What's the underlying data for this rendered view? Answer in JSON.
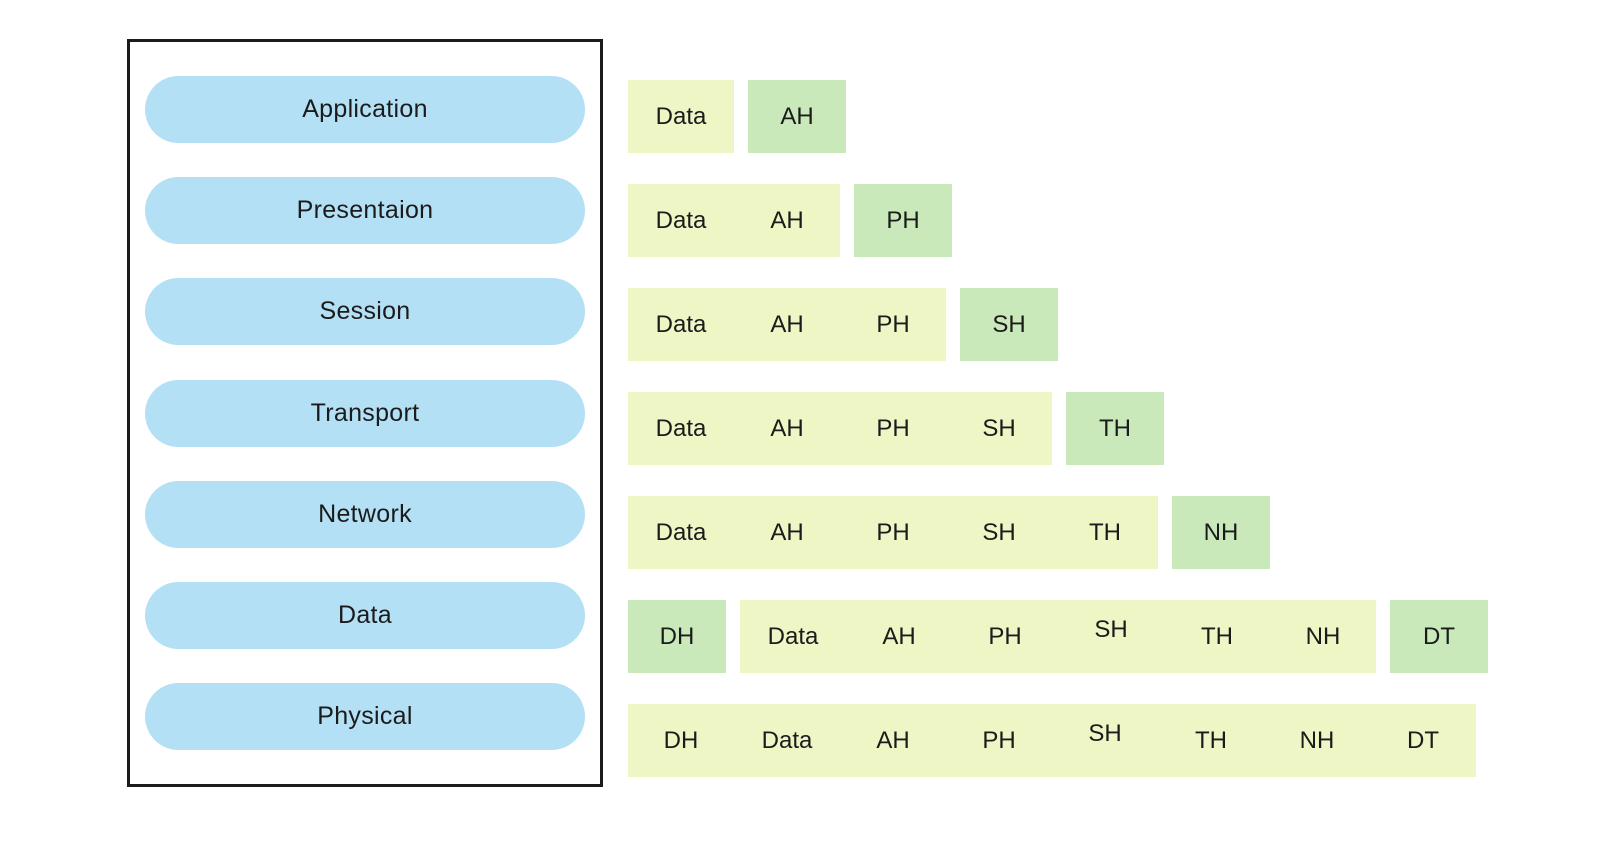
{
  "diagram": {
    "kind": "osi-encapsulation-diagram",
    "colors": {
      "layer_pill_blue": "#b3e0f5",
      "payload_yellow": "#eef6c6",
      "header_green": "#c9e9bb",
      "text": "#1b1b1b",
      "panel_border": "#1b1b1b",
      "background": "#ffffff"
    },
    "osi_layers": [
      {
        "label": "Application"
      },
      {
        "label": "Presentaion"
      },
      {
        "label": "Session"
      },
      {
        "label": "Transport"
      },
      {
        "label": "Network"
      },
      {
        "label": "Data"
      },
      {
        "label": "Physical"
      }
    ],
    "encapsulation_rows": [
      {
        "layer": "Application",
        "boxes": [
          {
            "kind": "payload",
            "cells": [
              "Data"
            ]
          },
          {
            "kind": "header",
            "cells": [
              "AH"
            ]
          }
        ]
      },
      {
        "layer": "Presentaion",
        "boxes": [
          {
            "kind": "payload",
            "cells": [
              "Data",
              "AH"
            ]
          },
          {
            "kind": "header",
            "cells": [
              "PH"
            ]
          }
        ]
      },
      {
        "layer": "Session",
        "boxes": [
          {
            "kind": "payload",
            "cells": [
              "Data",
              "AH",
              "PH"
            ]
          },
          {
            "kind": "header",
            "cells": [
              "SH"
            ]
          }
        ]
      },
      {
        "layer": "Transport",
        "boxes": [
          {
            "kind": "payload",
            "cells": [
              "Data",
              "AH",
              "PH",
              "SH"
            ]
          },
          {
            "kind": "header",
            "cells": [
              "TH"
            ]
          }
        ]
      },
      {
        "layer": "Network",
        "boxes": [
          {
            "kind": "payload",
            "cells": [
              "Data",
              "AH",
              "PH",
              "SH",
              "TH"
            ]
          },
          {
            "kind": "header",
            "cells": [
              "NH"
            ]
          }
        ]
      },
      {
        "layer": "Data",
        "boxes": [
          {
            "kind": "header",
            "cells": [
              "DH"
            ]
          },
          {
            "kind": "payload",
            "cells": [
              "Data",
              "AH",
              "PH",
              {
                "label": "SH",
                "raised": true
              },
              "TH",
              "NH"
            ]
          },
          {
            "kind": "trailer",
            "cells": [
              "DT"
            ]
          }
        ]
      },
      {
        "layer": "Physical",
        "boxes": [
          {
            "kind": "payload",
            "cells": [
              "DH",
              "Data",
              "AH",
              "PH",
              {
                "label": "SH",
                "raised": true
              },
              "TH",
              "NH",
              "DT"
            ]
          }
        ]
      }
    ]
  }
}
